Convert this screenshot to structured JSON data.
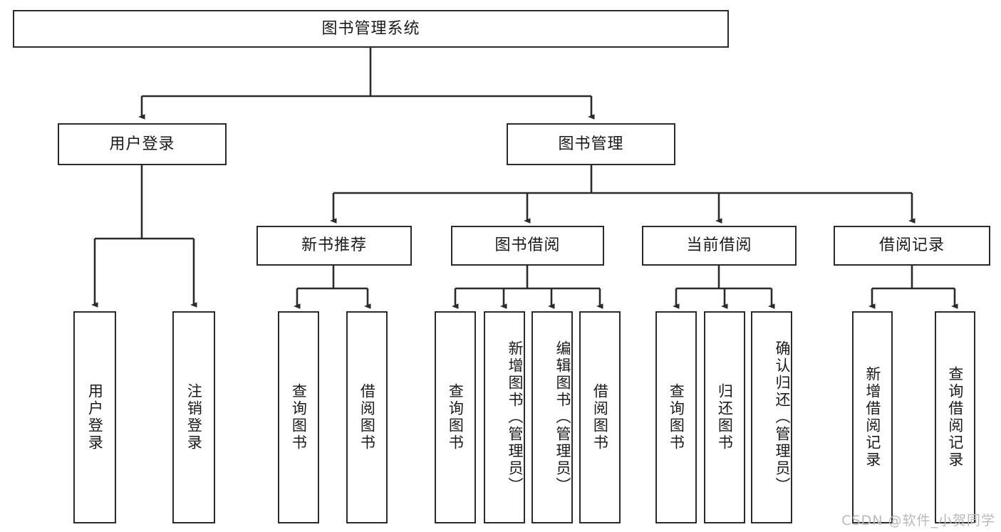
{
  "diagram": {
    "title": "图书管理系统",
    "type": "tree-hierarchy",
    "watermark": "CSDN @软件_小贺同学",
    "colors": {
      "stroke": "#2b2b2b",
      "fill": "#ffffff",
      "text": "#1a1a1a",
      "watermark": "#b9b9b9"
    },
    "levels": {
      "root": {
        "label": "图书管理系统"
      },
      "level2": [
        {
          "id": "user-login",
          "label": "用户登录"
        },
        {
          "id": "book-manage",
          "label": "图书管理"
        }
      ],
      "level3": [
        {
          "id": "new-book-rec",
          "label": "新书推荐",
          "parent": "book-manage"
        },
        {
          "id": "book-borrow",
          "label": "图书借阅",
          "parent": "book-manage"
        },
        {
          "id": "current-borrow",
          "label": "当前借阅",
          "parent": "book-manage"
        },
        {
          "id": "borrow-record",
          "label": "借阅记录",
          "parent": "book-manage"
        }
      ],
      "leaves": [
        {
          "id": "leaf-user-login",
          "label": "用户登录",
          "parent": "user-login"
        },
        {
          "id": "leaf-logout",
          "label": "注销登录",
          "parent": "user-login"
        },
        {
          "id": "leaf-query-book-1",
          "label": "查询图书",
          "parent": "new-book-rec"
        },
        {
          "id": "leaf-borrow-book-1",
          "label": "借阅图书",
          "parent": "new-book-rec"
        },
        {
          "id": "leaf-query-book-2",
          "label": "查询图书",
          "parent": "book-borrow"
        },
        {
          "id": "leaf-add-book",
          "label": "新增图书（管理员）",
          "parent": "book-borrow"
        },
        {
          "id": "leaf-edit-book",
          "label": "编辑图书（管理员）",
          "parent": "book-borrow"
        },
        {
          "id": "leaf-borrow-book-2",
          "label": "借阅图书",
          "parent": "book-borrow"
        },
        {
          "id": "leaf-query-book-3",
          "label": "查询图书",
          "parent": "current-borrow"
        },
        {
          "id": "leaf-return-book",
          "label": "归还图书",
          "parent": "current-borrow"
        },
        {
          "id": "leaf-confirm-return",
          "label": "确认归还（管理员）",
          "parent": "current-borrow"
        },
        {
          "id": "leaf-add-record",
          "label": "新增借阅记录",
          "parent": "borrow-record"
        },
        {
          "id": "leaf-query-record",
          "label": "查询借阅记录",
          "parent": "borrow-record"
        }
      ]
    }
  }
}
